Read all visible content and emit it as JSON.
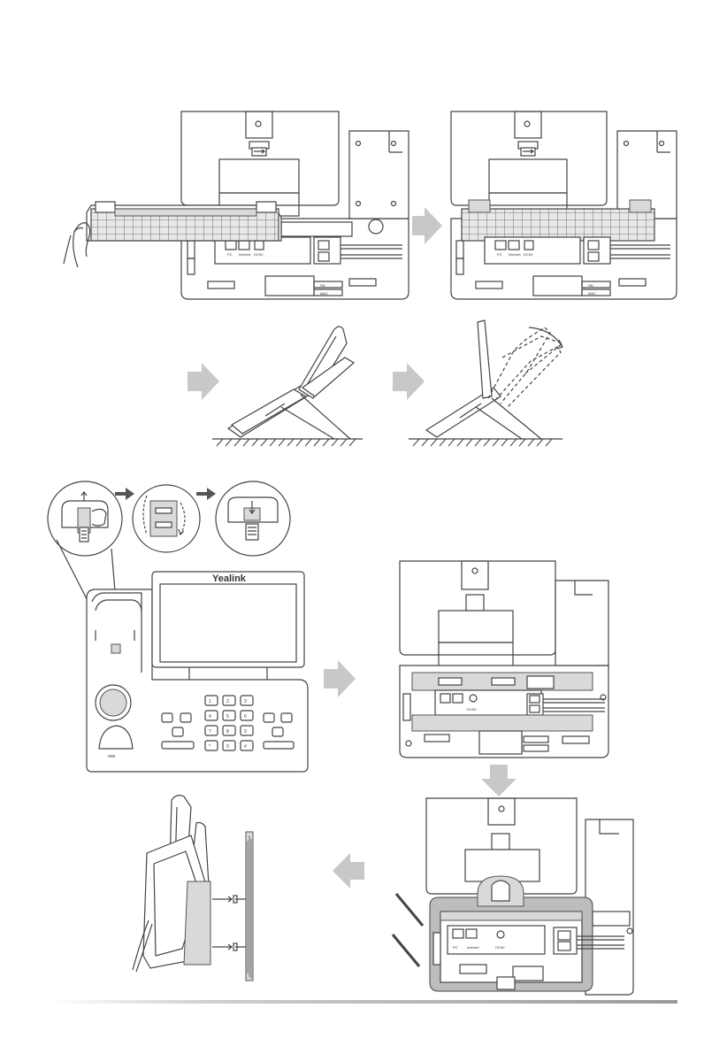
{
  "device": {
    "brand": "Yealink",
    "port_labels": {
      "pc": "PC",
      "internet": "Internet",
      "power": "DC5V"
    },
    "sticker_labels": {
      "sn": "SN",
      "mac": "MAC"
    },
    "keypad": [
      "1",
      "2",
      "3",
      "4",
      "5",
      "6",
      "7",
      "8",
      "9",
      "*",
      "0",
      "#"
    ]
  },
  "colors": {
    "line": "#444444",
    "fill_gray": "#d9d9d9",
    "arrow_gray": "#c8c8c8",
    "arrow_dark": "#555555"
  }
}
